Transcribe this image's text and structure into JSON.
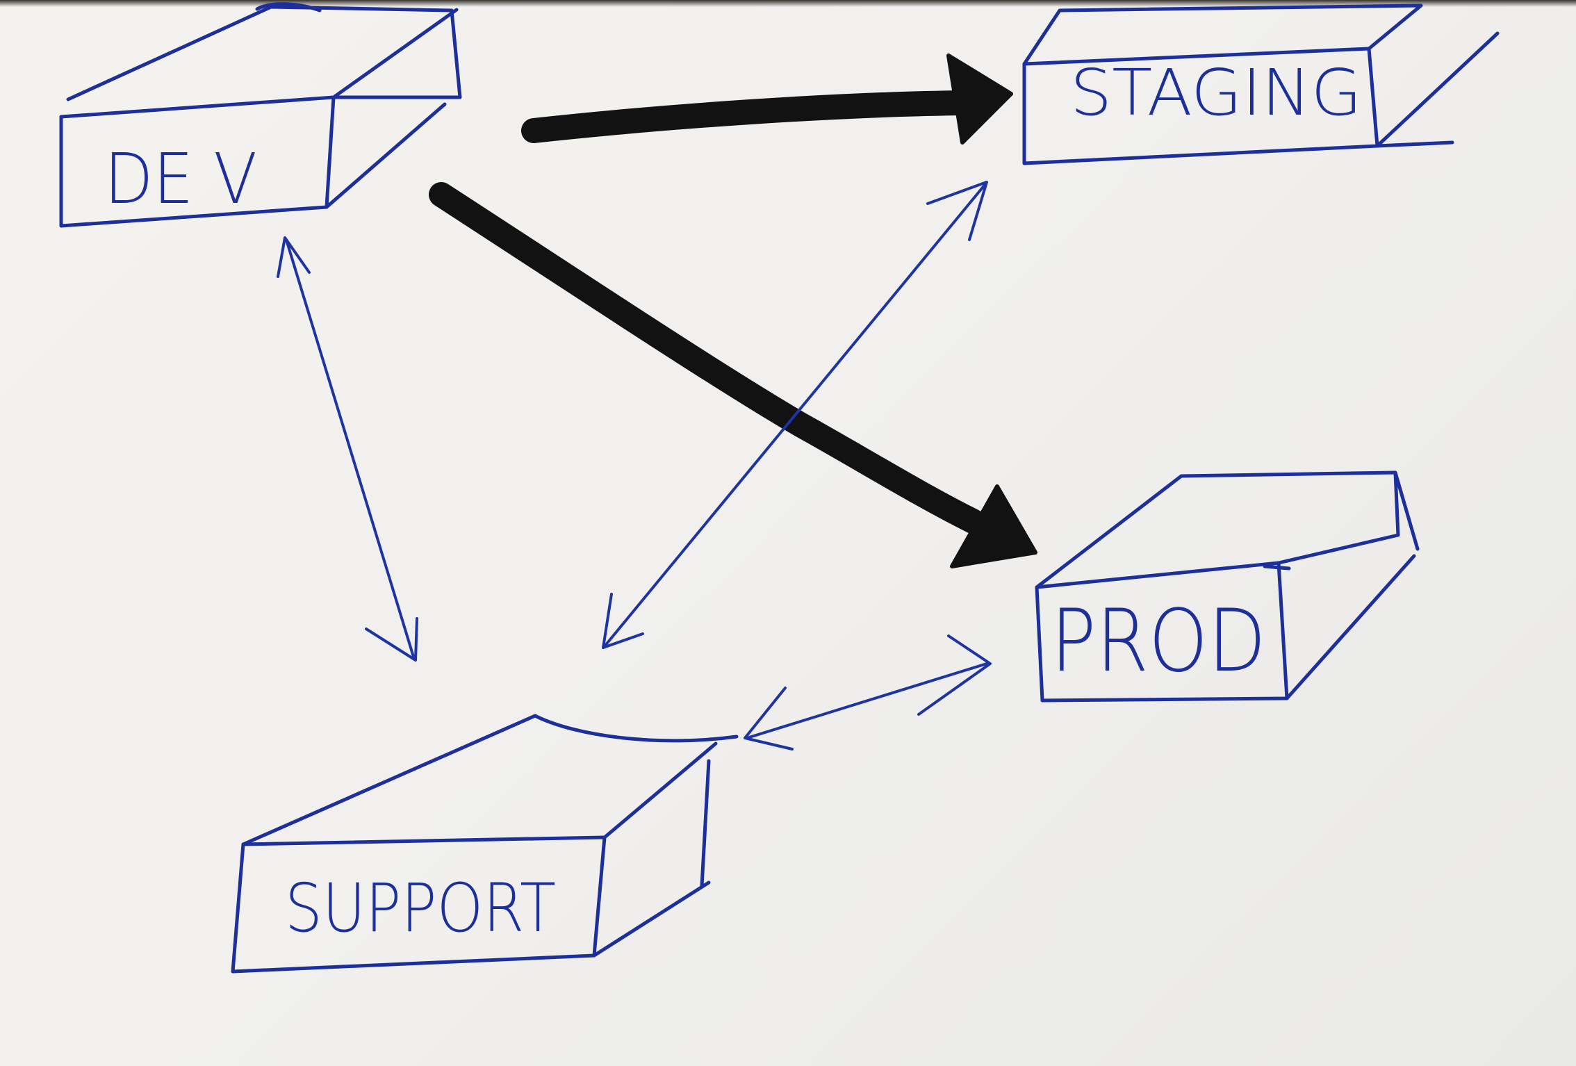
{
  "diagram": {
    "nodes": [
      {
        "id": "dev",
        "label": "DE V"
      },
      {
        "id": "staging",
        "label": "STAGING"
      },
      {
        "id": "prod",
        "label": "PROD"
      },
      {
        "id": "support",
        "label": "SUPPORT"
      }
    ],
    "edges": [
      {
        "from": "dev",
        "to": "staging",
        "style": "thick-black",
        "direction": "one-way"
      },
      {
        "from": "dev",
        "to": "prod",
        "style": "thick-black",
        "direction": "one-way"
      },
      {
        "from": "dev",
        "to": "support",
        "style": "thin-blue",
        "direction": "two-way"
      },
      {
        "from": "staging",
        "to": "support",
        "style": "thin-blue",
        "direction": "two-way"
      },
      {
        "from": "prod",
        "to": "support",
        "style": "thin-blue",
        "direction": "two-way"
      }
    ],
    "colors": {
      "ink_blue": "#1c2f9a",
      "marker_black": "#121212",
      "paper": "#f2f1ee"
    }
  }
}
